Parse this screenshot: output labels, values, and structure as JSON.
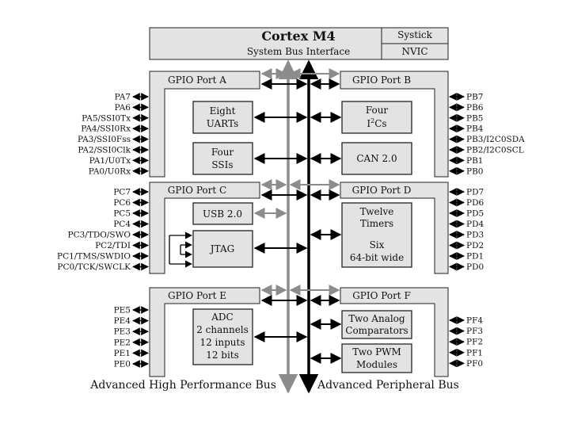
{
  "cortex": {
    "title": "Cortex M4",
    "subtitle": "System Bus Interface",
    "systick": "Systick",
    "nvic": "NVIC"
  },
  "ports": {
    "a": {
      "label": "GPIO Port A",
      "pins": [
        "PA7",
        "PA6",
        "PA5/SSI0Tx",
        "PA4/SSI0Rx",
        "PA3/SSI0Fss",
        "PA2/SSI0Clk",
        "PA1/U0Tx",
        "PA0/U0Rx"
      ]
    },
    "b": {
      "label": "GPIO Port B",
      "pins": [
        "PB7",
        "PB6",
        "PB5",
        "PB4",
        "PB3/I2C0SDA",
        "PB2/I2C0SCL",
        "PB1",
        "PB0"
      ]
    },
    "c": {
      "label": "GPIO Port C",
      "pins": [
        "PC7",
        "PC6",
        "PC5",
        "PC4",
        "PC3/TDO/SWO",
        "PC2/TDI",
        "PC1/TMS/SWDIO",
        "PC0/TCK/SWCLK"
      ]
    },
    "d": {
      "label": "GPIO Port D",
      "pins": [
        "PD7",
        "PD6",
        "PD5",
        "PD4",
        "PD3",
        "PD2",
        "PD1",
        "PD0"
      ]
    },
    "e": {
      "label": "GPIO Port E",
      "pins": [
        "PE5",
        "PE4",
        "PE3",
        "PE2",
        "PE1",
        "PE0"
      ]
    },
    "f": {
      "label": "GPIO Port F",
      "pins": [
        "PF4",
        "PF3",
        "PF2",
        "PF1",
        "PF0"
      ]
    }
  },
  "peripherals": {
    "uarts": [
      "Eight",
      "UARTs"
    ],
    "ssis": [
      "Four",
      "SSIs"
    ],
    "i2c": [
      "Four",
      "I",
      "2",
      "Cs"
    ],
    "can": "CAN 2.0",
    "usb": "USB 2.0",
    "jtag": "JTAG",
    "timers": [
      "Twelve",
      "Timers",
      "Six",
      "64-bit wide"
    ],
    "adc": [
      "ADC",
      "2 channels",
      "12 inputs",
      "12 bits"
    ],
    "comparators": [
      "Two Analog",
      "Comparators"
    ],
    "pwm": [
      "Two PWM",
      "Modules"
    ]
  },
  "buses": {
    "ahb": "Advanced High Performance Bus",
    "apb": "Advanced Peripheral Bus"
  },
  "colors": {
    "panel": "#e3e3e3",
    "ahb_line": "#8c8c8c",
    "apb_line": "#000000",
    "stroke": "#222222"
  }
}
